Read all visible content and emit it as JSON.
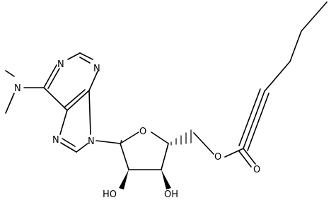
{
  "molecule": {
    "atoms": {
      "n_amine": "N",
      "n1": "N",
      "n3": "N",
      "n7": "N",
      "n9": "N",
      "o_ring": "O",
      "o_ester": "O",
      "o_carbonyl": "O",
      "oh_2": "HO",
      "oh_3": "OH"
    },
    "colors": {
      "bond": "#000000",
      "background": "#ffffff"
    }
  }
}
